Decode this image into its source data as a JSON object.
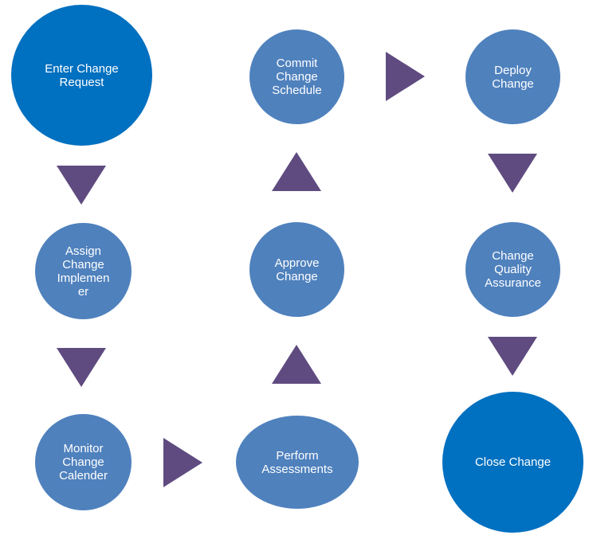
{
  "colors": {
    "primary_node": "#0070c0",
    "secondary_node": "#4f81bd",
    "arrow": "#5f4b80"
  },
  "nodes": {
    "enter_change_request": "Enter Change\nRequest",
    "assign_change_implementer": "Assign\nChange\nImplemen\ner",
    "monitor_change_calender": "Monitor\nChange\nCalender",
    "perform_assessments": "Perform\nAssessments",
    "approve_change": "Approve\nChange",
    "commit_change_schedule": "Commit\nChange\nSchedule",
    "deploy_change": "Deploy\nChange",
    "change_quality_assurance": "Change\nQuality\nAssurance",
    "close_change": "Close Change"
  }
}
